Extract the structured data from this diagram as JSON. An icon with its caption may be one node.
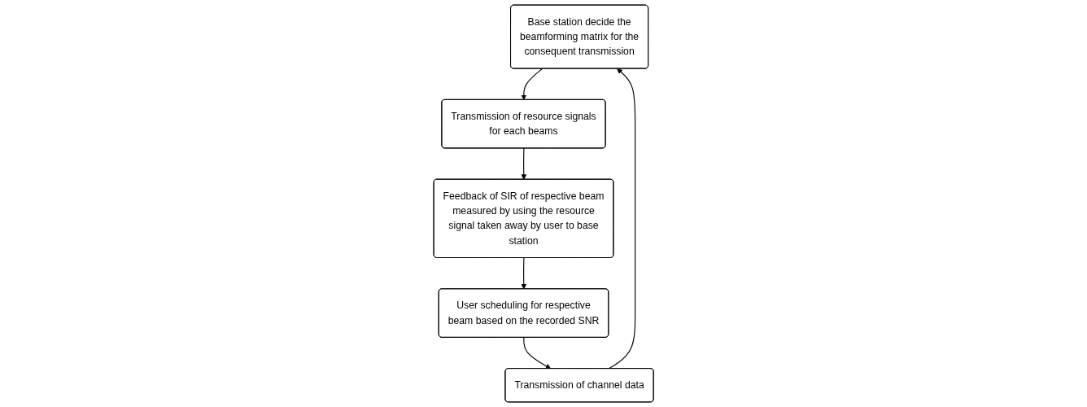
{
  "diagram": {
    "nodes": [
      {
        "text": [
          "Base station decide the beamforming matrix for the consequent transmission"
        ]
      },
      {
        "text": [
          "Transmission of resource signals for each beams"
        ]
      },
      {
        "text": [
          "Feedback of SIR of respective beam measured by using the resource signal taken away by user to base station"
        ]
      },
      {
        "text": [
          "User scheduling for respective beam based on the recorded SNR"
        ]
      },
      {
        "text": [
          "Transmission of channel data"
        ]
      }
    ],
    "edges": [
      {
        "from": 0,
        "to": 1,
        "arrow": "to"
      },
      {
        "from": 1,
        "to": 2,
        "arrow": "to"
      },
      {
        "from": 2,
        "to": 3,
        "arrow": "to"
      },
      {
        "from": 3,
        "to": 4,
        "arrow": "to"
      },
      {
        "from": 4,
        "to": 0,
        "arrow": "to"
      }
    ]
  }
}
